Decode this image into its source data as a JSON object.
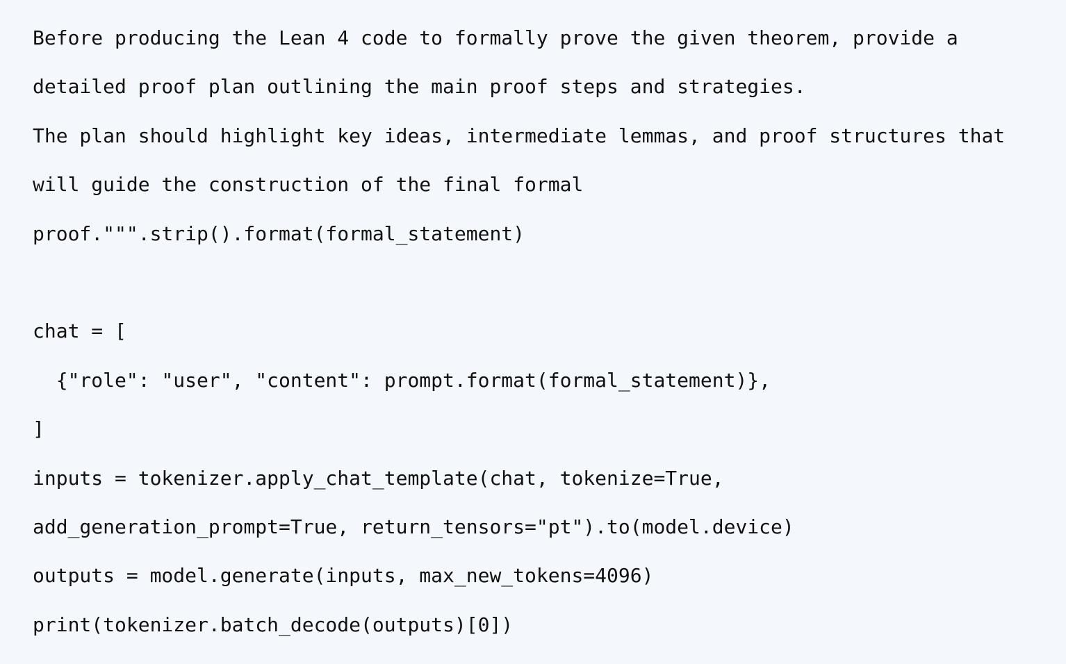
{
  "code": {
    "lines": [
      "Before producing the Lean 4 code to formally prove the given theorem, provide a",
      "detailed proof plan outlining the main proof steps and strategies.",
      "The plan should highlight key ideas, intermediate lemmas, and proof structures that",
      "will guide the construction of the final formal",
      "proof.\"\"\".strip().format(formal_statement)",
      "",
      "chat = [",
      "  {\"role\": \"user\", \"content\": prompt.format(formal_statement)},",
      "]",
      "inputs = tokenizer.apply_chat_template(chat, tokenize=True,",
      "add_generation_prompt=True, return_tensors=\"pt\").to(model.device)",
      "outputs = model.generate(inputs, max_new_tokens=4096)",
      "print(tokenizer.batch_decode(outputs)[0])"
    ]
  }
}
